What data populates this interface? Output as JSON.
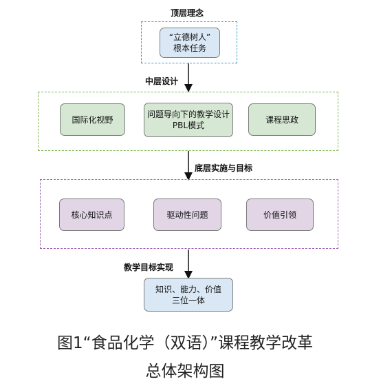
{
  "diagram": {
    "labels": {
      "top": "顶层理念",
      "middle": "中层设计",
      "bottom": "底层实施与目标",
      "goal": "教学目标实现"
    },
    "top_node": {
      "line1": "“立德树人”",
      "line2": "根本任务"
    },
    "middle_nodes": [
      {
        "line1": "国际化视野"
      },
      {
        "line1": "问题导向下的教学设计",
        "line2": "PBL模式"
      },
      {
        "line1": "课程思政"
      }
    ],
    "bottom_nodes": [
      {
        "line1": "核心知识点"
      },
      {
        "line1": "驱动性问题"
      },
      {
        "line1": "价值引领"
      }
    ],
    "final_node": {
      "line1": "知识、能力、价值",
      "line2": "三位一体"
    },
    "colors": {
      "top_frame": "#3b9ad9",
      "middle_frame": "#7ab648",
      "bottom_frame": "#9c5fb0",
      "blue_fill": "#dae8f6",
      "green_fill": "#d6e8d4",
      "purple_fill": "#e1d5e6"
    }
  },
  "caption": {
    "line1": "图1“食品化学（双语）”课程教学改革",
    "line2": "总体架构图"
  }
}
